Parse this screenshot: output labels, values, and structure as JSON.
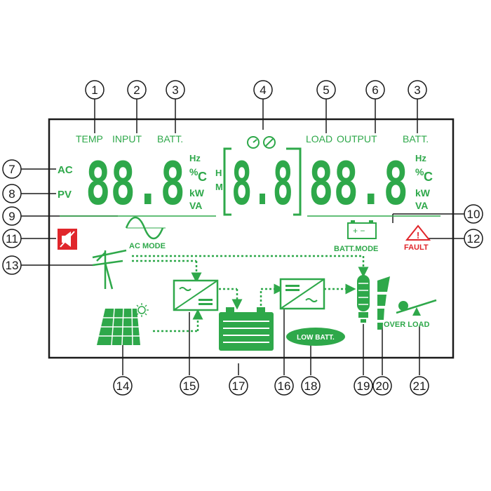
{
  "labels": {
    "temp": "TEMP",
    "input": "INPUT",
    "batt_left": "BATT.",
    "load": "LOAD",
    "output": "OUTPUT",
    "batt_right": "BATT.",
    "ac": "AC",
    "pv": "PV",
    "h": "H",
    "m": "M",
    "ac_mode": "AC MODE",
    "batt_mode": "BATT.MODE",
    "fault": "FAULT",
    "low_batt": "LOW BATT.",
    "over_load": "OVER LOAD"
  },
  "units_left": [
    "Hz",
    "%",
    "C",
    "kW",
    "VA"
  ],
  "units_right": [
    "Hz",
    "%",
    "C",
    "kW",
    "VA"
  ],
  "digits": {
    "left": "88.8",
    "middle": "8.8",
    "right": "88.8"
  },
  "callouts": [
    "1",
    "2",
    "3",
    "4",
    "5",
    "6",
    "3",
    "7",
    "8",
    "9",
    "10",
    "11",
    "12",
    "13",
    "14",
    "15",
    "17",
    "16",
    "18",
    "19",
    "20",
    "21"
  ],
  "icons": {
    "mute": "speaker-mute-icon",
    "fault": "warning-triangle-icon",
    "grid": "utility-pole-icon",
    "solar": "solar-panel-icon",
    "battery": "battery-icon",
    "bulb": "load-bulb-icon",
    "inverter": "inverter-icon",
    "level": "load-level-icon",
    "seesaw": "overload-icon"
  },
  "colors": {
    "lcd_green": "#2ea84a",
    "fault_red": "#e0262b",
    "frame": "#1a1a1a"
  }
}
